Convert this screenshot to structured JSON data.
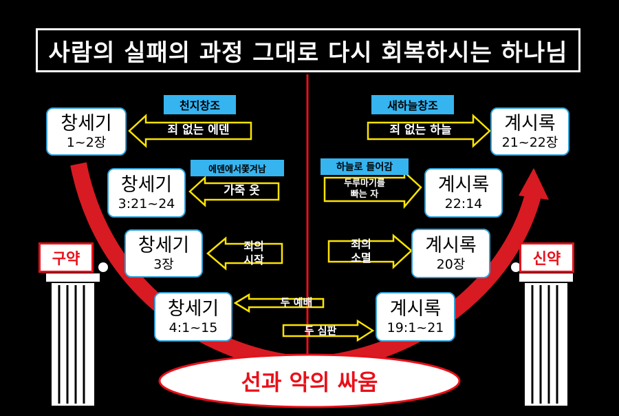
{
  "title": "사람의 실패의 과정 그대로 다시 회복하시는 하나님",
  "left_label": "구약",
  "right_label": "신약",
  "bottom": "선과 악의 싸움",
  "left": [
    {
      "book": "창세기",
      "ref": "1~2장",
      "tag": "천지창조",
      "arrow": "죄 없는 에덴"
    },
    {
      "book": "창세기",
      "ref": "3:21~24",
      "tag": "에덴에서쫓겨남",
      "arrow": "가죽 옷"
    },
    {
      "book": "창세기",
      "ref": "3장",
      "arrow_l1": "죄의",
      "arrow_l2": "시작"
    },
    {
      "book": "창세기",
      "ref": "4:1~15",
      "arrow": "두 예배"
    }
  ],
  "right": [
    {
      "book": "계시록",
      "ref": "21~22장",
      "tag": "새하늘창조",
      "arrow": "죄 없는 하늘"
    },
    {
      "book": "계시록",
      "ref": "22:14",
      "tag": "하늘로 들어감",
      "arrow_l1": "두루마기를",
      "arrow_l2": "빠는 자"
    },
    {
      "book": "계시록",
      "ref": "20장",
      "arrow_l1": "죄의",
      "arrow_l2": "소멸"
    },
    {
      "book": "계시록",
      "ref": "19:1~21",
      "arrow": "두 심판"
    }
  ],
  "colors": {
    "red": "#e8101a",
    "yellow": "#ffe400",
    "blue": "#35b4f0"
  }
}
